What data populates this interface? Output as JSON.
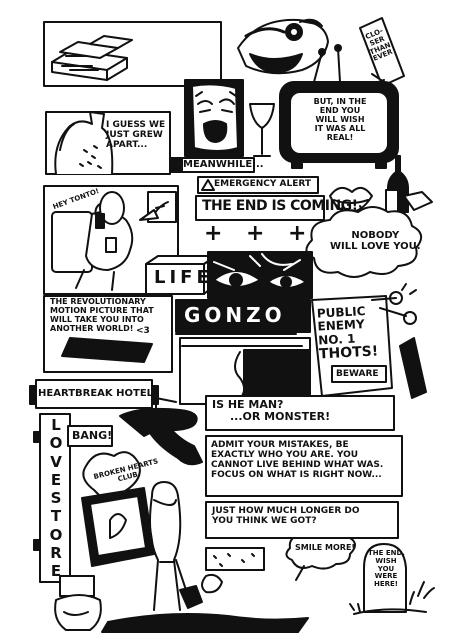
{
  "colors": {
    "ink": "#111111",
    "paper": "#ffffff",
    "tv_screen": "#2a2a2a"
  },
  "captions": {
    "guess": [
      "I GUESS WE",
      "JUST GREW",
      "APART..."
    ],
    "meanwhile": "MEANWHILE...",
    "hey_tonto": "HEY TONTO!",
    "emergency": "EMERGENCY ALERT",
    "end_coming": "THE END IS COMING!",
    "nobody": [
      "NOBODY",
      "WILL LOVE YOU."
    ],
    "life": "LIFE",
    "revolutionary": [
      "THE REVOLUTIONARY",
      "MOTION PICTURE THAT",
      "WILL TAKE YOU INTO",
      "ANOTHER WORLD!"
    ],
    "heart_3": "<3",
    "gonz": "GONZO",
    "public_enemy": [
      "PUBLIC",
      "ENEMY",
      "NO. 1",
      "THOTS!"
    ],
    "beware": "BEWARE",
    "heartbreak": "HEARTBREAK HOTEL",
    "bang": "BANG!",
    "is_he_man": [
      "IS HE MAN?",
      "...OR MONSTER!"
    ],
    "admit": [
      "ADMIT YOUR MISTAKES, BE",
      "EXACTLY WHO YOU ARE. YOU",
      "CANNOT LIVE BEHIND WHAT WAS.",
      "FOCUS ON WHAT IS RIGHT NOW..."
    ],
    "how_long": [
      "JUST HOW MUCH LONGER DO",
      "YOU THINK WE GOT?"
    ],
    "smile": "SMILE MORE!",
    "tombstone": [
      "THE END.",
      "WISH",
      "YOU",
      "WERE",
      "HERE!"
    ],
    "broken_hearts": [
      "BROKEN HEARTS",
      "CLUB"
    ],
    "love_store": [
      "L",
      "O",
      "V",
      "E",
      "S",
      "T",
      "O",
      "R",
      "E"
    ],
    "phone_sign": [
      "CLO-",
      "SER",
      "THAN",
      "EVER"
    ],
    "tv_text": [
      "BUT, IN THE",
      "END YOU",
      "WILL WISH",
      "IT WAS ALL",
      "REAL!"
    ],
    "plus_signs": [
      "+",
      "+",
      "+"
    ]
  },
  "icons": [
    "money-stack-icon",
    "crazy-face-icon",
    "screaming-face-icon",
    "wine-glass-icon",
    "retro-tv-icon",
    "flip-phone-icon",
    "alert-triangle-icon",
    "lips-icon",
    "bottle-icon",
    "spray-can-icon",
    "alarm-clock-icon",
    "smartphone-icon",
    "eye-icon",
    "scissors-icon",
    "gun-hand-icon",
    "tombstone-icon",
    "shovel-icon",
    "headless-figure-icon"
  ]
}
